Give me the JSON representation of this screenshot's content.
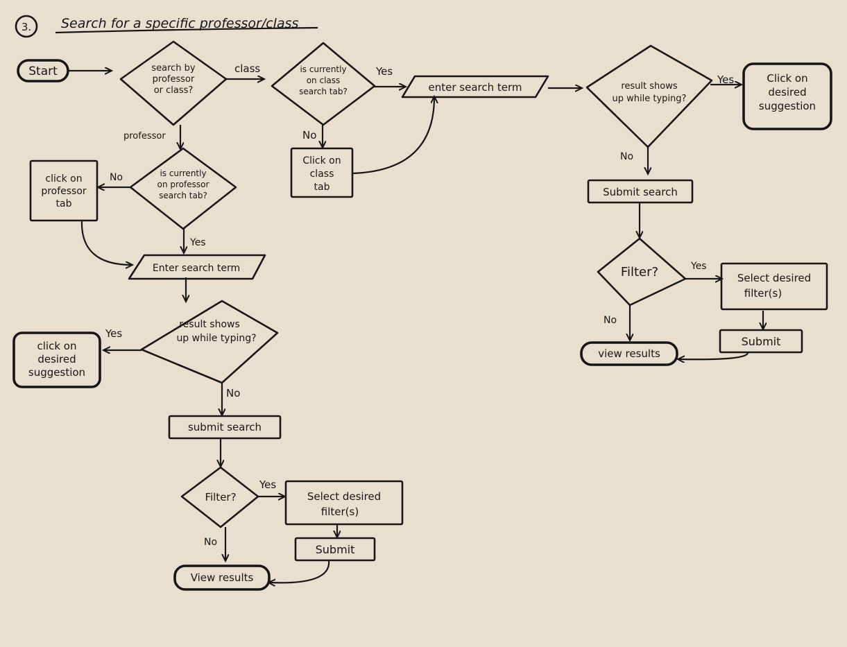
{
  "title": {
    "number": "3.",
    "text": "Search for a specific professor/class"
  },
  "nodes": {
    "start": "Start",
    "q_type": [
      "search by",
      "professor",
      "or class?"
    ],
    "q_prof_tab": [
      "is currently",
      "on professor",
      "search tab?"
    ],
    "click_prof_tab": [
      "click on",
      "professor",
      "tab"
    ],
    "enter_term_left": "Enter search term",
    "q_result_left": [
      "result shows",
      "up while typing?"
    ],
    "click_sugg_left": [
      "click on",
      "desired",
      "suggestion"
    ],
    "submit_search_left": "submit search",
    "filter_left": "Filter?",
    "select_filters_left": [
      "Select desired",
      "filter(s)"
    ],
    "submit_left": "Submit",
    "view_left": "View results",
    "q_class_tab": [
      "is currently",
      "on class",
      "search tab?"
    ],
    "click_class_tab": [
      "Click on",
      "class",
      "tab"
    ],
    "enter_term_right": "enter search term",
    "q_result_right": [
      "result shows",
      "up while typing?"
    ],
    "click_sugg_right": [
      "Click on",
      "desired",
      "suggestion"
    ],
    "submit_search_right": "Submit search",
    "filter_right": "Filter?",
    "select_filters_right": [
      "Select desired",
      "filter(s)"
    ],
    "submit_right": "Submit",
    "view_right": "view results"
  },
  "edge_labels": {
    "class": "class",
    "professor": "professor",
    "yes_class_tab": "Yes",
    "no_class_tab": "No",
    "no_prof_tab": "No",
    "yes_prof_tab": "Yes",
    "yes_result_left": "Yes",
    "no_result_left": "No",
    "yes_filter_left": "Yes",
    "no_filter_left": "No",
    "yes_result_right": "Yes",
    "no_result_right": "No",
    "yes_filter_right": "Yes",
    "no_filter_right": "No"
  }
}
